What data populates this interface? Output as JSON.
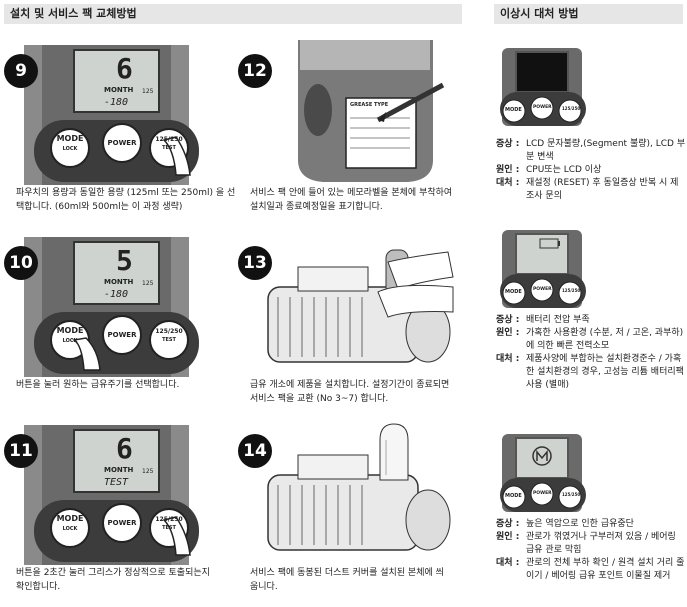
{
  "headers": {
    "left": "설치 및 서비스 팩 교체방법",
    "right": "이상시 대처 방법"
  },
  "steps": [
    {
      "num": "9",
      "caption": "파우치의 용량과 동일한 용량 (125ml 또는 250ml) 을 선택합니다. (60ml와 500ml는 이 과정 생략)",
      "lcd_big": "6",
      "lcd_sub": "-180"
    },
    {
      "num": "12",
      "caption": "서비스 팩 안에 들어 있는 메모라벨을 본체에 부착하여 설치일과 종료예정일을 표기합니다.",
      "label_text": "GREASE TYPE"
    },
    {
      "num": "10",
      "caption": "버튼을 눌러 원하는 급유주기를 선택합니다.",
      "lcd_big": "5",
      "lcd_sub": "-180"
    },
    {
      "num": "13",
      "caption": "급유 개소에 제품을 설치합니다. 설정기간이 종료되면 서비스 팩을 교환 (No 3~7) 합니다."
    },
    {
      "num": "11",
      "caption": "버튼을 2초간 눌러 그리스가 정상적으로 토출되는지 확인합니다.",
      "lcd_big": "6",
      "lcd_sub": "TEST"
    },
    {
      "num": "14",
      "caption": "서비스 팩에 동봉된 더스트 커버를 설치된 본체에 씌웁니다."
    }
  ],
  "device": {
    "month": "MONTH",
    "small_125": "125",
    "btn_mode": "MODE",
    "btn_lock": "LOCK",
    "btn_power": "POWER",
    "btn_125_250": "125/250",
    "btn_test": "TEST"
  },
  "troubles": [
    {
      "rows": [
        {
          "k": "증상 :",
          "v": "LCD 문자불량,(Segment 불량), LCD 부분 변색"
        },
        {
          "k": "원인 :",
          "v": "CPU또는 LCD 이상"
        },
        {
          "k": "대처 :",
          "v": "재설정 (RESET) 후 동일증상 반복 시 제조사 문의"
        }
      ]
    },
    {
      "rows": [
        {
          "k": "증상 :",
          "v": "배터리 전압 부족"
        },
        {
          "k": "원인 :",
          "v": "가혹한 사용환경 (수분, 저 / 고온, 과부하)에 의한 빠른 전력소모"
        },
        {
          "k": "대처 :",
          "v": "제품사양에 부합하는 설치환경준수 / 가혹한 설치환경의 경우, 고성능 리튬 배터리팩 사용 (별매)"
        }
      ]
    },
    {
      "rows": [
        {
          "k": "증상 :",
          "v": "높은 역압으로 인한 급유중단"
        },
        {
          "k": "원인 :",
          "v": "관로가 꺾였거나 구부러져 있음 / 베어링 급유 관로 막힘"
        },
        {
          "k": "대처 :",
          "v": "관로의 전체 부하 확인 / 원격 설치 거리 줄이기 / 베어링 급유 포인트 이물질 제거"
        }
      ]
    }
  ]
}
